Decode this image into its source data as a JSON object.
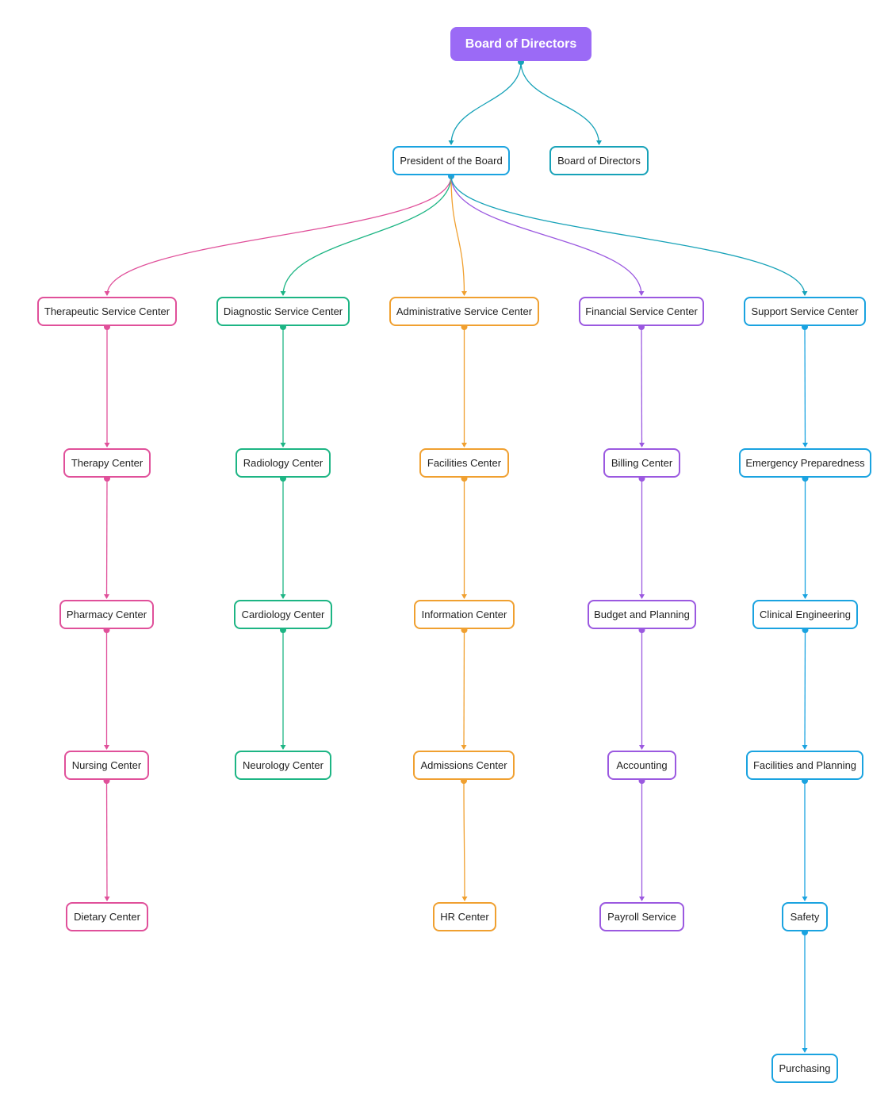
{
  "colors": {
    "root": "#9b6af6",
    "teal": "#17a2b8",
    "pink": "#e0509a",
    "green": "#1db584",
    "orange": "#f0a030",
    "purple": "#9b59e0",
    "blue": "#1aa3e0"
  },
  "nodes": [
    {
      "id": "board-root",
      "label": "Board of Directors",
      "color": "root",
      "root": true
    },
    {
      "id": "president",
      "label": "President of the Board",
      "color": "blue"
    },
    {
      "id": "board-directors",
      "label": "Board of Directors",
      "color": "teal"
    },
    {
      "id": "therapeutic",
      "label": "Therapeutic Service Center",
      "color": "pink"
    },
    {
      "id": "diagnostic",
      "label": "Diagnostic Service Center",
      "color": "green"
    },
    {
      "id": "administrative",
      "label": "Administrative Service Center",
      "color": "orange"
    },
    {
      "id": "financial",
      "label": "Financial Service Center",
      "color": "purple"
    },
    {
      "id": "support",
      "label": "Support Service Center",
      "color": "blue"
    },
    {
      "id": "therapy",
      "label": "Therapy Center",
      "color": "pink"
    },
    {
      "id": "pharmacy",
      "label": "Pharmacy Center",
      "color": "pink"
    },
    {
      "id": "nursing",
      "label": "Nursing Center",
      "color": "pink"
    },
    {
      "id": "dietary",
      "label": "Dietary Center",
      "color": "pink"
    },
    {
      "id": "radiology",
      "label": "Radiology Center",
      "color": "green"
    },
    {
      "id": "cardiology",
      "label": "Cardiology Center",
      "color": "green"
    },
    {
      "id": "neurology",
      "label": "Neurology Center",
      "color": "green"
    },
    {
      "id": "facilities-center",
      "label": "Facilities Center",
      "color": "orange"
    },
    {
      "id": "information",
      "label": "Information Center",
      "color": "orange"
    },
    {
      "id": "admissions",
      "label": "Admissions Center",
      "color": "orange"
    },
    {
      "id": "hr",
      "label": "HR Center",
      "color": "orange"
    },
    {
      "id": "billing",
      "label": "Billing Center",
      "color": "purple"
    },
    {
      "id": "budget",
      "label": "Budget and Planning",
      "color": "purple"
    },
    {
      "id": "accounting",
      "label": "Accounting",
      "color": "purple"
    },
    {
      "id": "payroll",
      "label": "Payroll Service",
      "color": "purple"
    },
    {
      "id": "emergency",
      "label": "Emergency Preparedness",
      "color": "blue"
    },
    {
      "id": "clinical",
      "label": "Clinical Engineering",
      "color": "blue"
    },
    {
      "id": "facilities-planning",
      "label": "Facilities and Planning",
      "color": "blue"
    },
    {
      "id": "safety",
      "label": "Safety",
      "color": "blue"
    },
    {
      "id": "purchasing",
      "label": "Purchasing",
      "color": "blue"
    }
  ],
  "edges": [
    {
      "from": "board-root",
      "to": "president",
      "color": "teal"
    },
    {
      "from": "board-root",
      "to": "board-directors",
      "color": "teal"
    },
    {
      "from": "president",
      "to": "therapeutic",
      "color": "pink"
    },
    {
      "from": "president",
      "to": "diagnostic",
      "color": "green"
    },
    {
      "from": "president",
      "to": "administrative",
      "color": "orange"
    },
    {
      "from": "president",
      "to": "financial",
      "color": "purple"
    },
    {
      "from": "president",
      "to": "support",
      "color": "teal"
    },
    {
      "from": "therapeutic",
      "to": "therapy",
      "color": "pink"
    },
    {
      "from": "therapy",
      "to": "pharmacy",
      "color": "pink"
    },
    {
      "from": "pharmacy",
      "to": "nursing",
      "color": "pink"
    },
    {
      "from": "nursing",
      "to": "dietary",
      "color": "pink"
    },
    {
      "from": "diagnostic",
      "to": "radiology",
      "color": "green"
    },
    {
      "from": "radiology",
      "to": "cardiology",
      "color": "green"
    },
    {
      "from": "cardiology",
      "to": "neurology",
      "color": "green"
    },
    {
      "from": "administrative",
      "to": "facilities-center",
      "color": "orange"
    },
    {
      "from": "facilities-center",
      "to": "information",
      "color": "orange"
    },
    {
      "from": "information",
      "to": "admissions",
      "color": "orange"
    },
    {
      "from": "admissions",
      "to": "hr",
      "color": "orange"
    },
    {
      "from": "financial",
      "to": "billing",
      "color": "purple"
    },
    {
      "from": "billing",
      "to": "budget",
      "color": "purple"
    },
    {
      "from": "budget",
      "to": "accounting",
      "color": "purple"
    },
    {
      "from": "accounting",
      "to": "payroll",
      "color": "purple"
    },
    {
      "from": "support",
      "to": "emergency",
      "color": "blue"
    },
    {
      "from": "emergency",
      "to": "clinical",
      "color": "blue"
    },
    {
      "from": "clinical",
      "to": "facilities-planning",
      "color": "blue"
    },
    {
      "from": "facilities-planning",
      "to": "safety",
      "color": "blue"
    },
    {
      "from": "safety",
      "to": "purchasing",
      "color": "blue"
    }
  ]
}
